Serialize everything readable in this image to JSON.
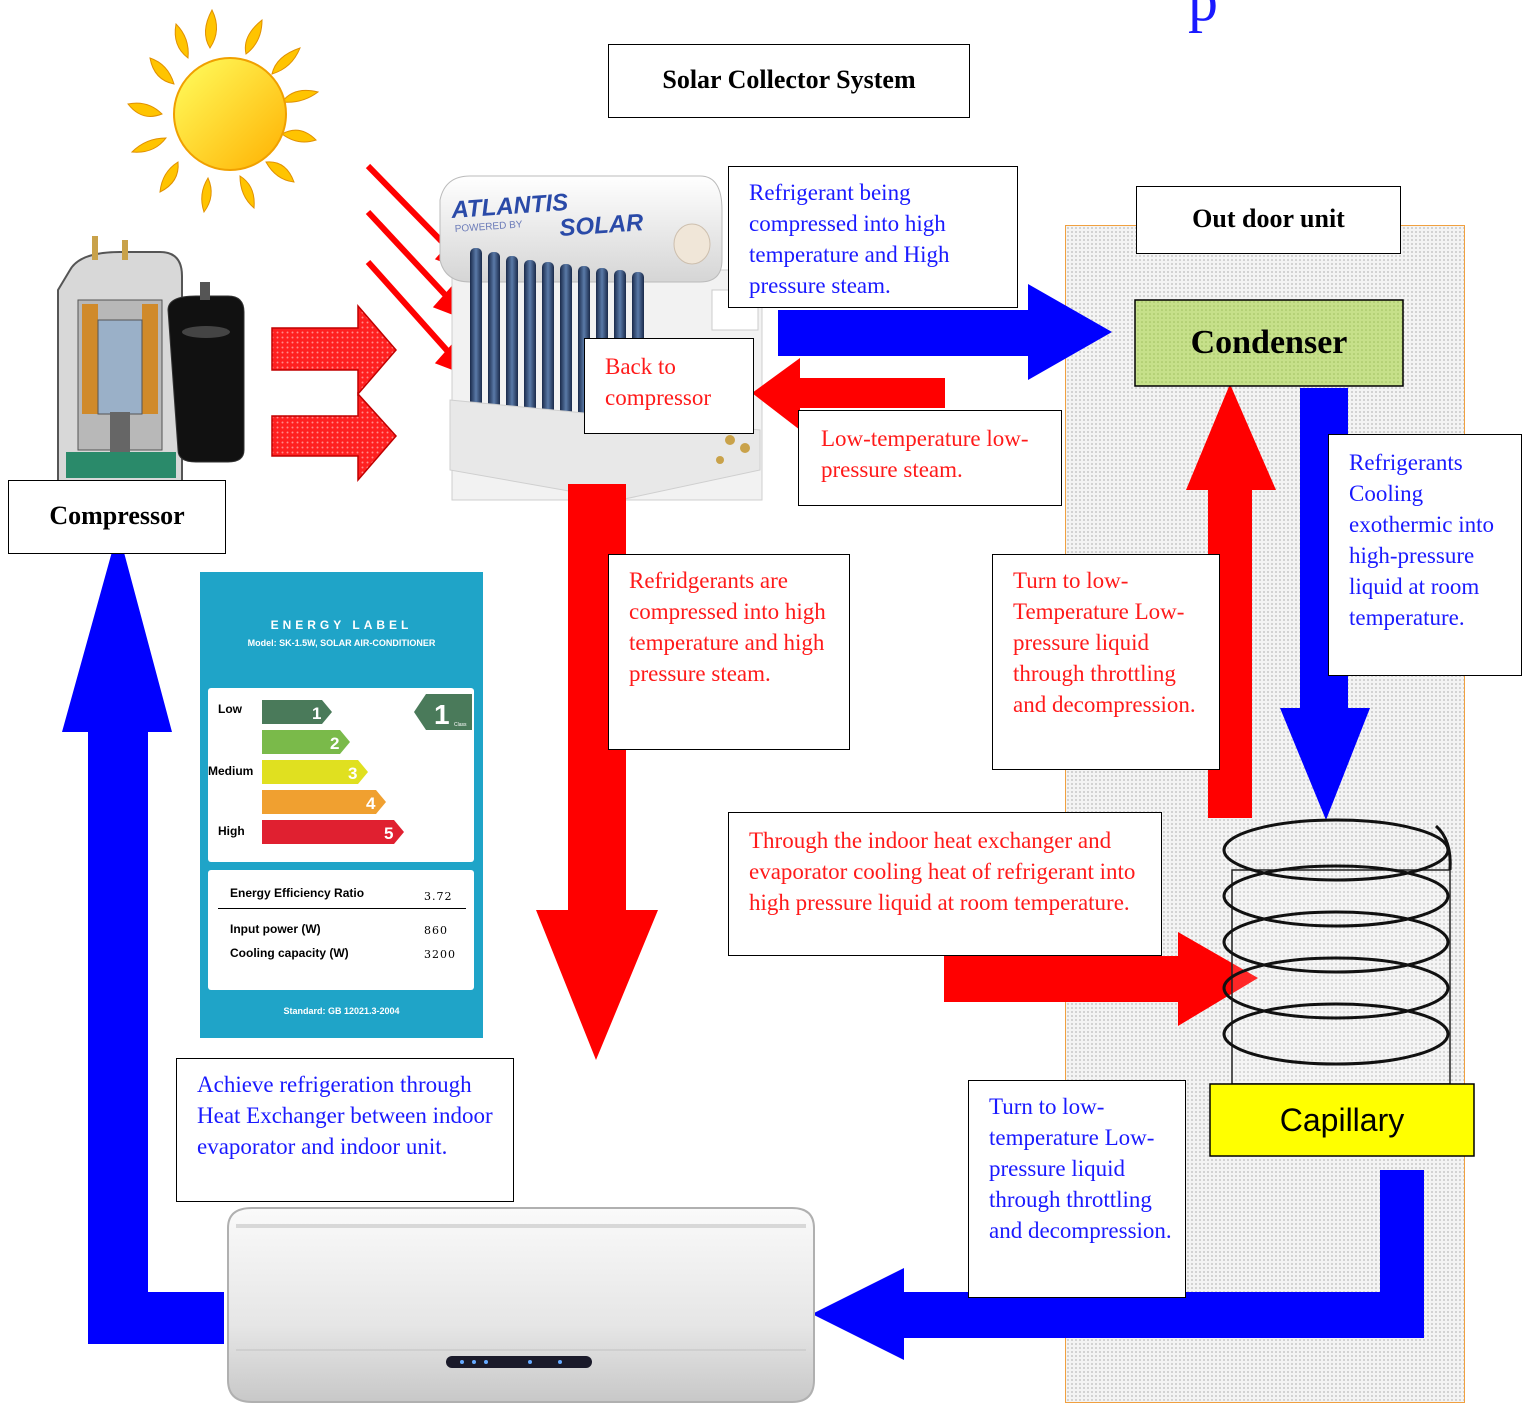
{
  "title_fragment": "p",
  "solar_collector_title": "Solar Collector System",
  "outdoor_unit_title": "Out door unit",
  "condenser_label": "Condenser",
  "capillary_label": "Capillary",
  "compressor_label": "Compressor",
  "brand": {
    "name": "ATLANTIS SOLAR",
    "powered_by": "POWERED BY"
  },
  "notes": {
    "refrigerant_compressed": "Refrigerant being compressed into high temperature and High pressure steam.",
    "back_to_compressor": "Back to compressor",
    "low_temp_steam": "Low-temperature low-pressure steam.",
    "refridgerants_compressed": "Refridgerants are compressed into high temperature and high pressure steam.",
    "turn_low_temp_upper": "Turn to low-Temperature Low-pressure liquid through throttling and decompression.",
    "refrigerants_cooling": "Refrigerants Cooling exothermic into high-pressure liquid at room temperature.",
    "indoor_heat_exchanger": "Through the indoor heat exchanger and evaporator cooling heat of refrigerant into high pressure liquid at room temperature.",
    "achieve_refrigeration": "Achieve refrigeration through Heat Exchanger between indoor evaporator and indoor unit.",
    "turn_low_temp_lower": "Turn to low-temperature Low-pressure liquid through throttling and decompression."
  },
  "energy_label": {
    "title": "ENERGY LABEL",
    "model": "Model: SK-1.5W, SOLAR AIR-CONDITIONER",
    "grade_labels": {
      "low": "Low",
      "medium": "Medium",
      "high": "High"
    },
    "grades": [
      "1",
      "2",
      "3",
      "4",
      "5"
    ],
    "class_value": "1",
    "class_word": "Class",
    "eer_label": "Energy Efficiency Ratio",
    "eer_value": "3.72",
    "input_power_label": "Input power (W)",
    "input_power_value": "860",
    "cooling_capacity_label": "Cooling capacity (W)",
    "cooling_capacity_value": "3200",
    "standard": "Standard: GB 12021.3-2004"
  },
  "colors": {
    "flow_hot": "#ff0000",
    "flow_cold": "#0000ff",
    "note_blue": "#1a1aff",
    "note_red": "#ff1a1a",
    "condenser_fill": "#c6e08a",
    "capillary_fill": "#ffff00",
    "label_bg": "#1fa4c8",
    "sun": "#ffcc00"
  },
  "icons": [
    "sun-icon",
    "compressor-icon",
    "solar-collector-icon",
    "indoor-unit-icon",
    "coil-icon"
  ]
}
